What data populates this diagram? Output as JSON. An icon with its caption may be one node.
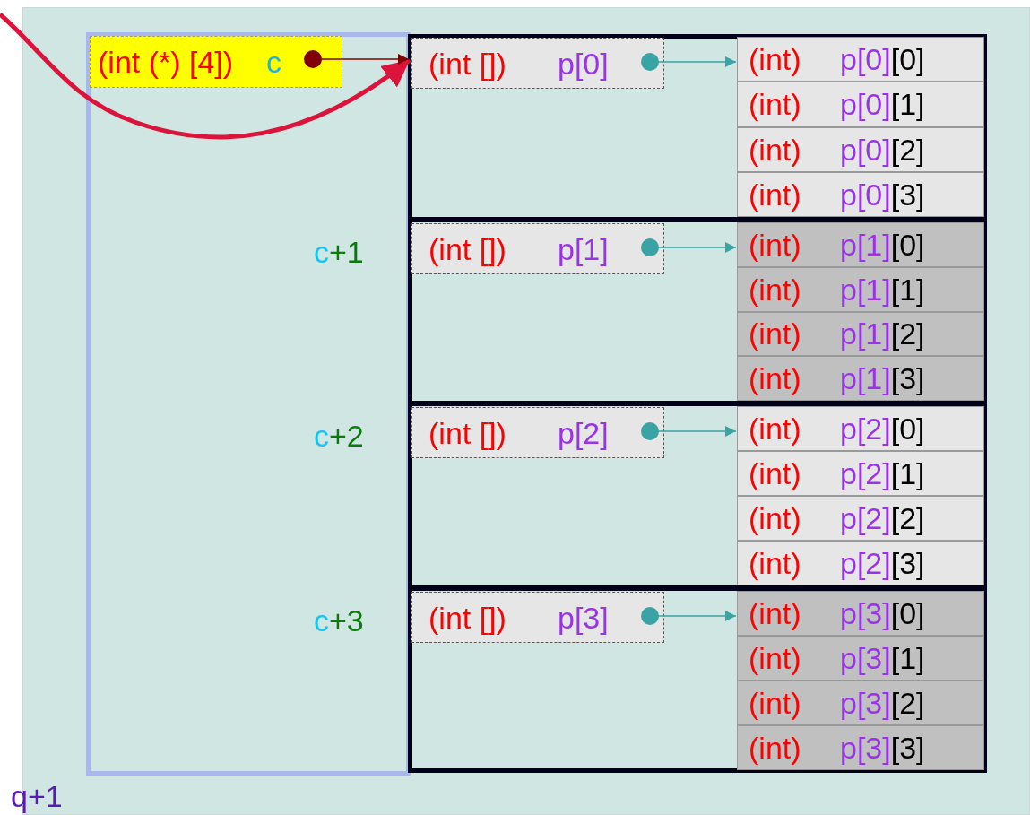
{
  "diagram": {
    "nodes": [
      {
        "text": [
          "(int (*) [4])",
          "c"
        ]
      },
      {
        "text": [],
        "shape": "box"
      },
      {
        "text": [],
        "shape": "box",
        "in": 1
      },
      {
        "text": [
          "(int [])",
          "p[0]"
        ],
        "in": 2
      },
      {
        "text": [
          "(int)",
          "p[0][0]"
        ],
        "in": 2
      },
      {
        "text": [
          "(int)",
          "p[0][1]"
        ],
        "in": 2
      },
      {
        "text": [
          "(int)",
          "p[0][2]"
        ],
        "in": 2
      },
      {
        "text": [
          "(int)",
          "p[0][3]"
        ],
        "in": 2
      },
      {
        "text": [],
        "shape": "box",
        "in": 1,
        "beside": [
          "c+1"
        ]
      },
      {
        "text": [
          "(int [])",
          "p[1]"
        ],
        "in": 8
      },
      {
        "text": [
          "(int)",
          "p[1][0]"
        ],
        "in": 8
      },
      {
        "text": [
          "(int)",
          "p[1][1]"
        ],
        "in": 8
      },
      {
        "text": [
          "(int)",
          "p[1][2]"
        ],
        "in": 8
      },
      {
        "text": [
          "(int)",
          "p[1][3]"
        ],
        "in": 8
      },
      {
        "text": [],
        "shape": "box",
        "in": 1,
        "beside": [
          "c+2"
        ]
      },
      {
        "text": [
          "(int [])",
          "p[2]"
        ],
        "in": 14
      },
      {
        "text": [
          "(int)",
          "p[2][0]"
        ],
        "in": 14
      },
      {
        "text": [
          "(int)",
          "p[2][1]"
        ],
        "in": 14
      },
      {
        "text": [
          "(int)",
          "p[2][2]"
        ],
        "in": 14
      },
      {
        "text": [
          "(int)",
          "p[2][3]"
        ],
        "in": 14
      },
      {
        "text": [],
        "shape": "box",
        "in": 1,
        "beside": [
          "c+3"
        ]
      },
      {
        "text": [
          "(int [])",
          "p[3]"
        ],
        "in": 20
      },
      {
        "text": [
          "(int)",
          "p[3][0]"
        ],
        "in": 20
      },
      {
        "text": [
          "(int)",
          "p[3][1]"
        ],
        "in": 20
      },
      {
        "text": [
          "(int)",
          "p[3][2]"
        ],
        "in": 20
      },
      {
        "text": [
          "(int)",
          "p[3][3]"
        ],
        "in": 20
      }
    ],
    "edges": [
      {
        "from": null,
        "to": 3,
        "arrow": "to",
        "style": "thick",
        "color": "#dc143c"
      },
      {
        "from": 0,
        "to": 3,
        "arrow": "to",
        "color": "#800000"
      },
      {
        "from": 3,
        "to": 4,
        "arrow": "to"
      },
      {
        "from": 9,
        "to": 10,
        "arrow": "to"
      },
      {
        "from": 15,
        "to": 16,
        "arrow": "to"
      },
      {
        "from": 21,
        "to": 22,
        "arrow": "to"
      }
    ],
    "labels": [
      "q+1"
    ]
  }
}
